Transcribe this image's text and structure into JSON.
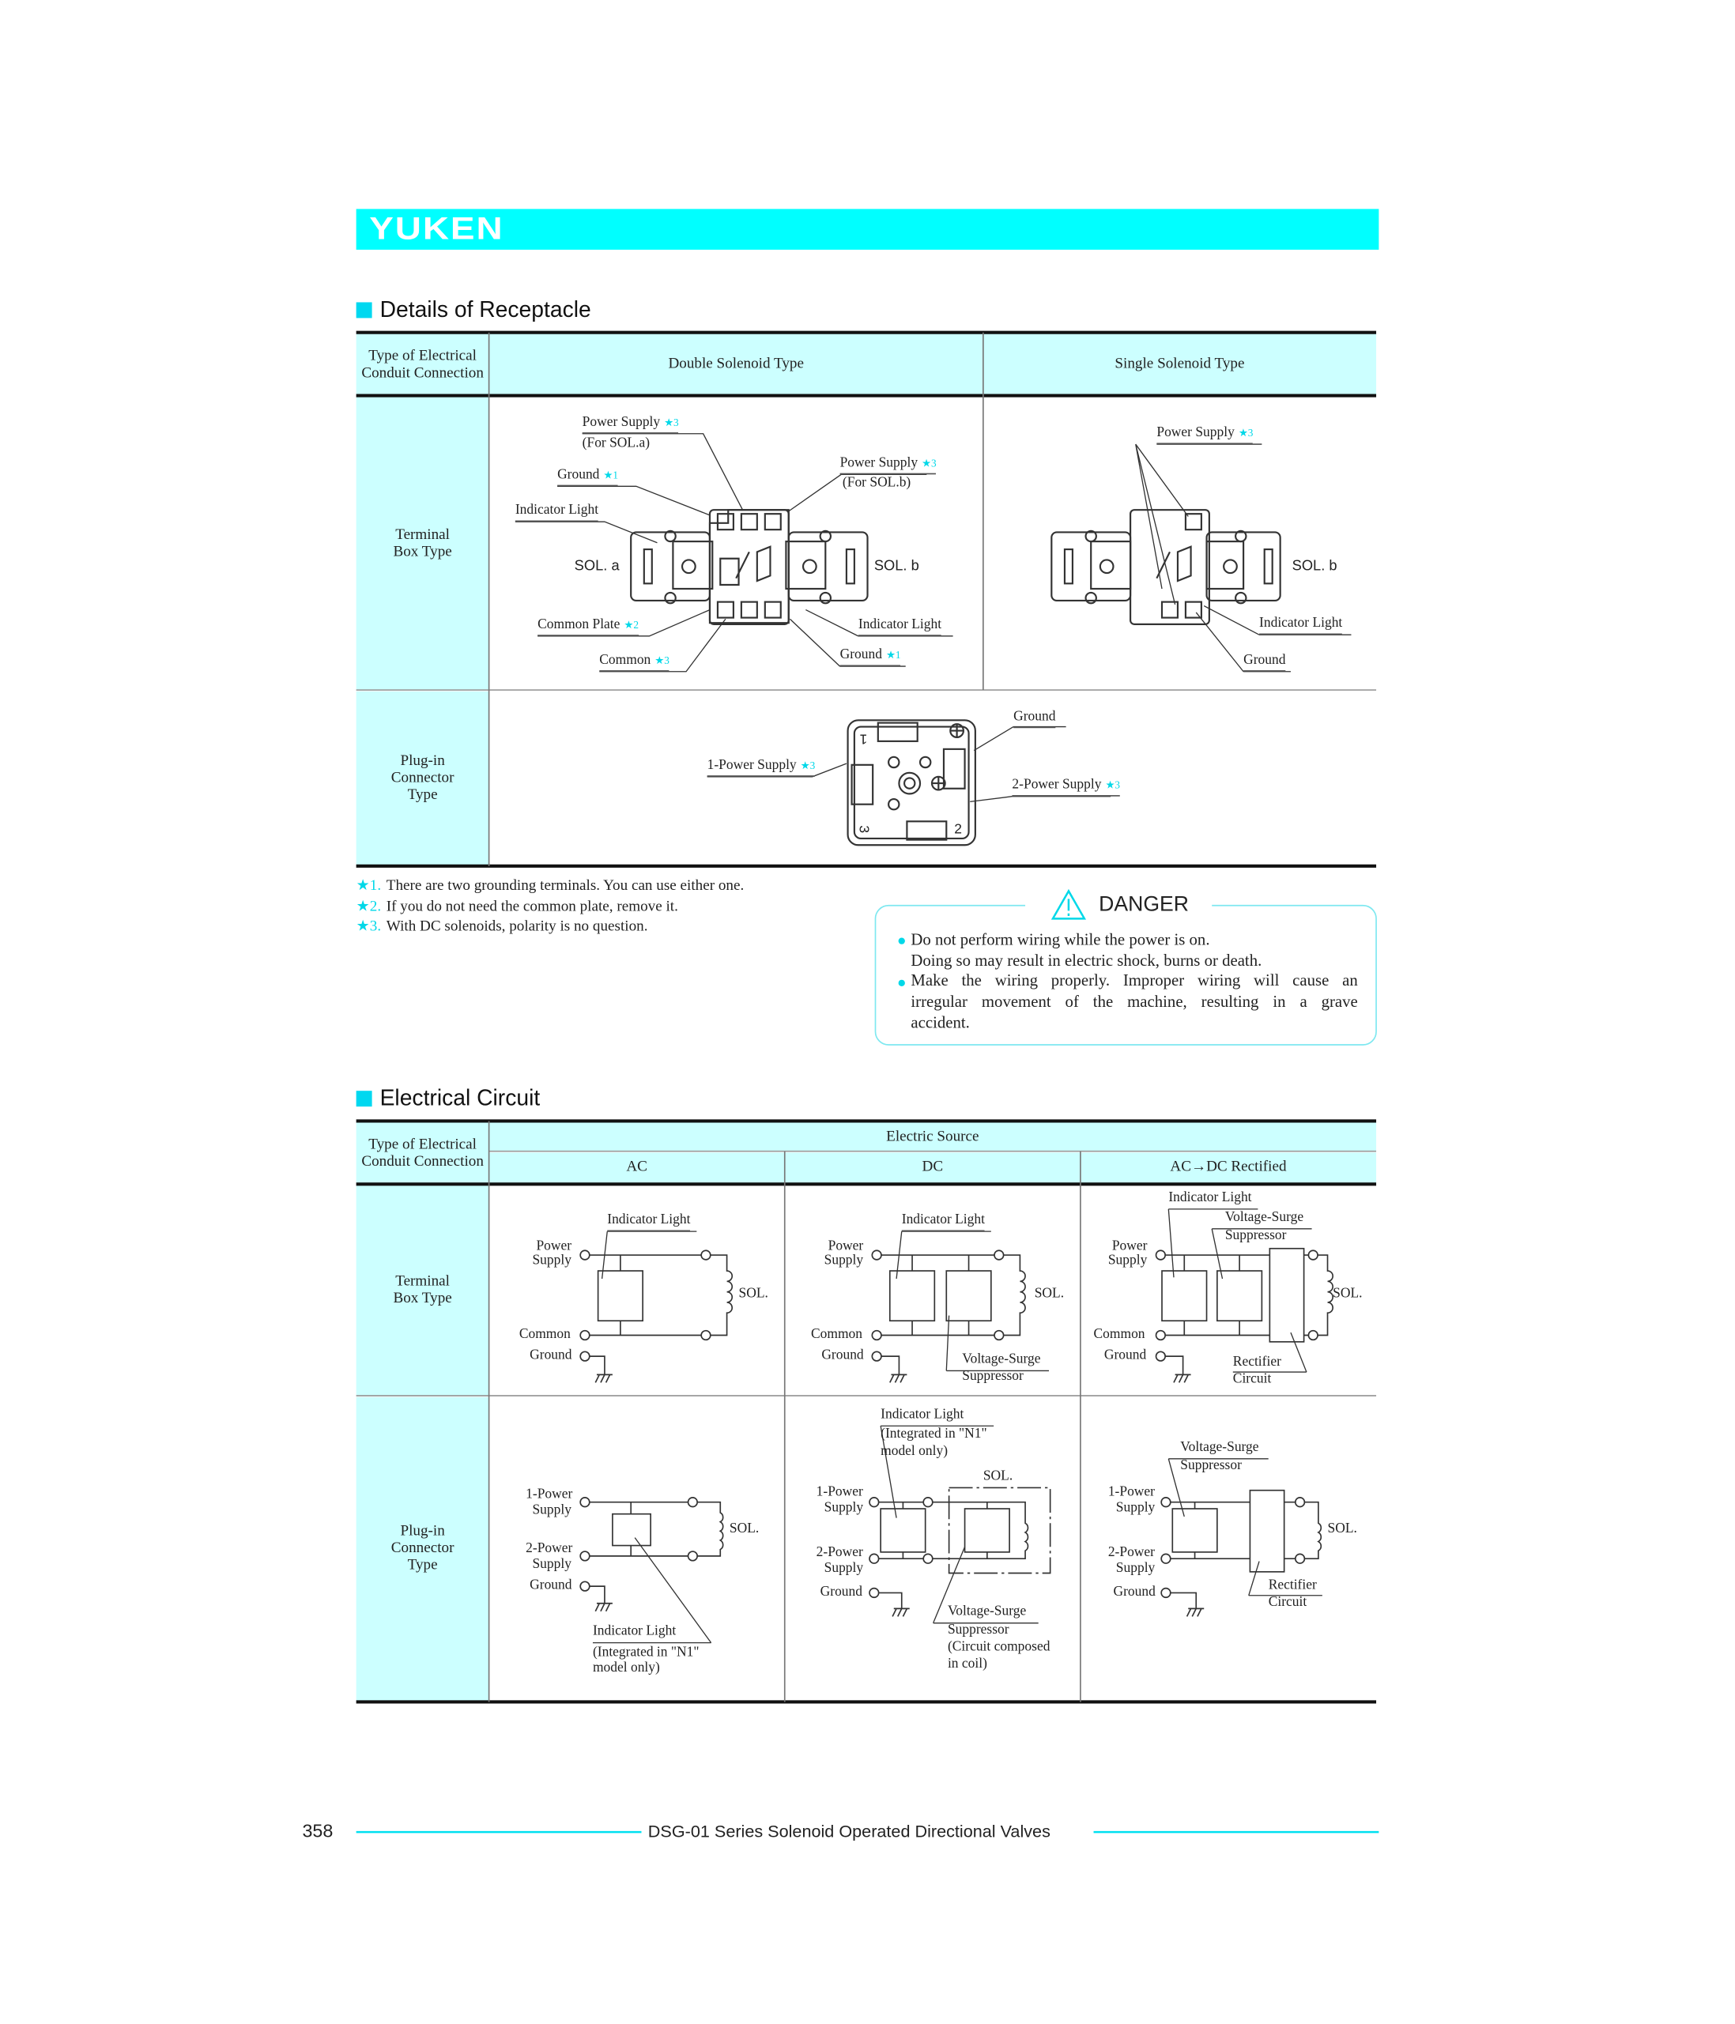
{
  "header": {
    "brand": "YUKEN",
    "brand_color": "#00ffff"
  },
  "receptacle": {
    "title": "Details of Receptacle",
    "col_header": "Type of Electrical Conduit Connection",
    "col_double": "Double Solenoid Type",
    "col_single": "Single Solenoid Type",
    "row_terminal": "Terminal Box Type",
    "row_plugin": "Plug-in Connector Type",
    "double": {
      "power_supply_a": "Power Supply",
      "for_sol_a": "(For SOL.a)",
      "ground_1": "Ground",
      "indicator_light_1": "Indicator Light",
      "sol_a": "SOL. a",
      "power_supply_b": "Power Supply",
      "for_sol_b": "(For SOL.b)",
      "sol_b": "SOL. b",
      "common_plate": "Common Plate",
      "indicator_light_2": "Indicator Light",
      "common": "Common",
      "ground_2": "Ground"
    },
    "single": {
      "power_supply": "Power Supply",
      "sol_b": "SOL. b",
      "indicator_light": "Indicator Light",
      "ground": "Ground"
    },
    "plugin": {
      "ground": "Ground",
      "power_1": "1-Power Supply",
      "power_2": "2-Power Supply",
      "pin1": "1",
      "pin2": "2",
      "pin3": "3"
    },
    "stars": {
      "s1": "★1",
      "s2": "★2",
      "s3": "★3"
    }
  },
  "notes": [
    {
      "mark": "★1.",
      "text": "There are two grounding terminals.  You can use either one."
    },
    {
      "mark": "★2.",
      "text": "If you do not need the common plate, remove it."
    },
    {
      "mark": "★3.",
      "text": "With DC solenoids, polarity is no question."
    }
  ],
  "danger": {
    "title": "DANGER",
    "items": [
      {
        "line1": "Do not perform wiring while the power is on.",
        "line2": "Doing so may result in electric shock, burns or death."
      },
      {
        "line1": "Make the wiring properly. Improper wiring will cause an",
        "line2": "irregular movement of the machine, resulting in a grave",
        "line3": "accident."
      }
    ]
  },
  "circuit": {
    "title": "Electrical Circuit",
    "col_header": "Type of Electrical Conduit Connection",
    "source": "Electric Source",
    "ac": "AC",
    "dc": "DC",
    "acdc": "AC→DC Rectified",
    "row_terminal": "Terminal Box Type",
    "row_plugin": "Plug-in Connector Type",
    "labels": {
      "indicator_light": "Indicator Light",
      "power": "Power",
      "supply": "Supply",
      "common": "Common",
      "ground": "Ground",
      "sol": "SOL.",
      "voltage_surge": "Voltage-Surge",
      "suppressor": "Suppressor",
      "rectifier": "Rectifier",
      "circuit": "Circuit",
      "power1": "1-Power",
      "power2": "2-Power",
      "integrated": "(Integrated in \"N1\"",
      "model_only": "model only)",
      "circuit_composed": "(Circuit composed",
      "in_coil": "in coil)"
    }
  },
  "footer": {
    "page": "358",
    "title": "DSG-01 Series Solenoid Operated Directional Valves"
  }
}
